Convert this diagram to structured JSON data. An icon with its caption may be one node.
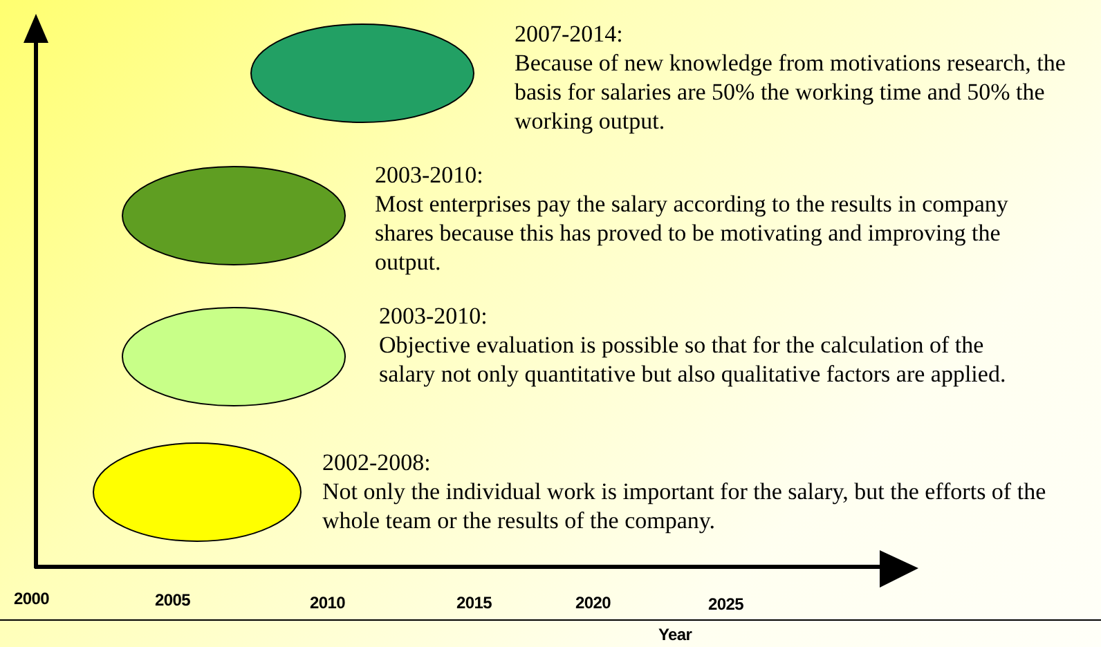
{
  "diagram": {
    "nodes": [
      {
        "text": [],
        "shape": "ellipse",
        "beside": [
          "2007-2014:",
          "Because of new knowledge from motivations research, the basis for salaries are 50% the working time and 50% the working output."
        ]
      },
      {
        "text": [],
        "shape": "ellipse",
        "beside": [
          "2003-2010:",
          "Most enterprises pay the salary according to the results in company shares because this has proved to be motivating and improving the output."
        ]
      },
      {
        "text": [],
        "shape": "ellipse",
        "beside": [
          "2003-2010:",
          "Objective evaluation is possible so that for the calculation of the salary not only quantitative but also qualitative factors are applied."
        ]
      },
      {
        "text": [],
        "shape": "ellipse",
        "beside": [
          "2002-2008:",
          "Not only the individual work is important for the salary, but the efforts of the whole team or the results of the company."
        ]
      }
    ],
    "edges": [],
    "labels": [
      "2000",
      "2005",
      "2010",
      "2015",
      "2020",
      "2025",
      "Year"
    ]
  }
}
